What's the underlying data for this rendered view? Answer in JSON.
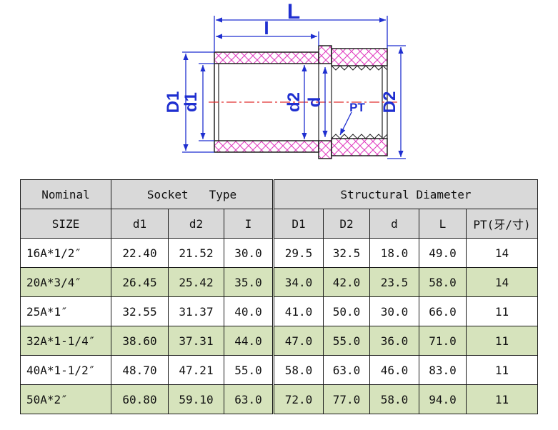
{
  "diagram": {
    "labels": {
      "L": "L",
      "I": "I",
      "D1": "D1",
      "d1": "d1",
      "d2": "d2",
      "d": "d",
      "PT": "PT",
      "D2": "D2"
    }
  },
  "table": {
    "header_row1": {
      "nominal": "Nominal",
      "socket": "Socket   Type",
      "structural": "Structural Diameter"
    },
    "header_row2": [
      "SIZE",
      "d1",
      "d2",
      "I",
      "D1",
      "D2",
      "d",
      "L",
      "PT(牙/寸)"
    ],
    "rows": [
      {
        "size": "16A*1/2″",
        "d1": "22.40",
        "d2": "21.52",
        "I": "30.0",
        "D1": "29.5",
        "D2": "32.5",
        "d": "18.0",
        "L": "49.0",
        "PT": "14"
      },
      {
        "size": "20A*3/4″",
        "d1": "26.45",
        "d2": "25.42",
        "I": "35.0",
        "D1": "34.0",
        "D2": "42.0",
        "d": "23.5",
        "L": "58.0",
        "PT": "14"
      },
      {
        "size": "25A*1″",
        "d1": "32.55",
        "d2": "31.37",
        "I": "40.0",
        "D1": "41.0",
        "D2": "50.0",
        "d": "30.0",
        "L": "66.0",
        "PT": "11"
      },
      {
        "size": "32A*1-1/4″",
        "d1": "38.60",
        "d2": "37.31",
        "I": "44.0",
        "D1": "47.0",
        "D2": "55.0",
        "d": "36.0",
        "L": "71.0",
        "PT": "11"
      },
      {
        "size": "40A*1-1/2″",
        "d1": "48.70",
        "d2": "47.21",
        "I": "55.0",
        "D1": "58.0",
        "D2": "63.0",
        "d": "46.0",
        "L": "83.0",
        "PT": "11"
      },
      {
        "size": "50A*2″",
        "d1": "60.80",
        "d2": "59.10",
        "I": "63.0",
        "D1": "72.0",
        "D2": "77.0",
        "d": "58.0",
        "L": "94.0",
        "PT": "11"
      }
    ],
    "colors": {
      "header_bg": "#d9d9d9",
      "green_row_bg": "#d6e3bc",
      "hatch_color": "#e040c0",
      "dim_line_color": "#1f2fd0",
      "centerline_color": "#e03030"
    }
  }
}
